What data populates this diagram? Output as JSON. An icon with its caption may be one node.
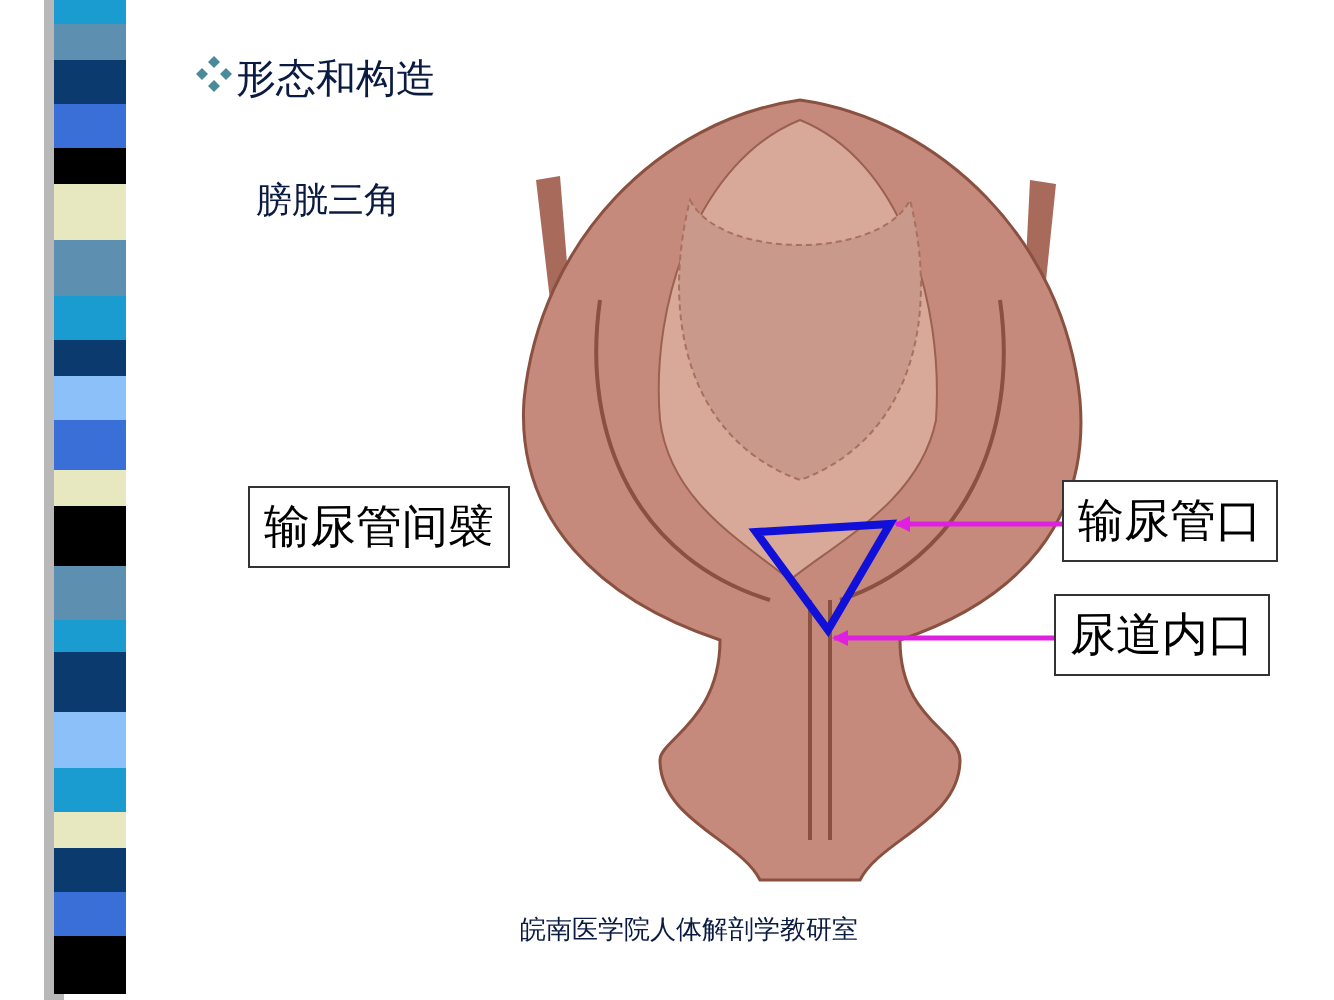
{
  "diagram": {
    "title": "形态和构造",
    "nodes": [
      {
        "text": [
          "输尿管间襞"
        ]
      },
      {
        "text": [
          "输尿管口"
        ]
      },
      {
        "text": [
          "尿道内口"
        ]
      }
    ],
    "edges": [
      {
        "from": 1,
        "to": null,
        "arrow": "to"
      },
      {
        "from": 2,
        "to": null,
        "arrow": "to"
      }
    ],
    "labels": [
      "膀胱三角",
      "皖南医学院人体解剖学教研室"
    ]
  }
}
